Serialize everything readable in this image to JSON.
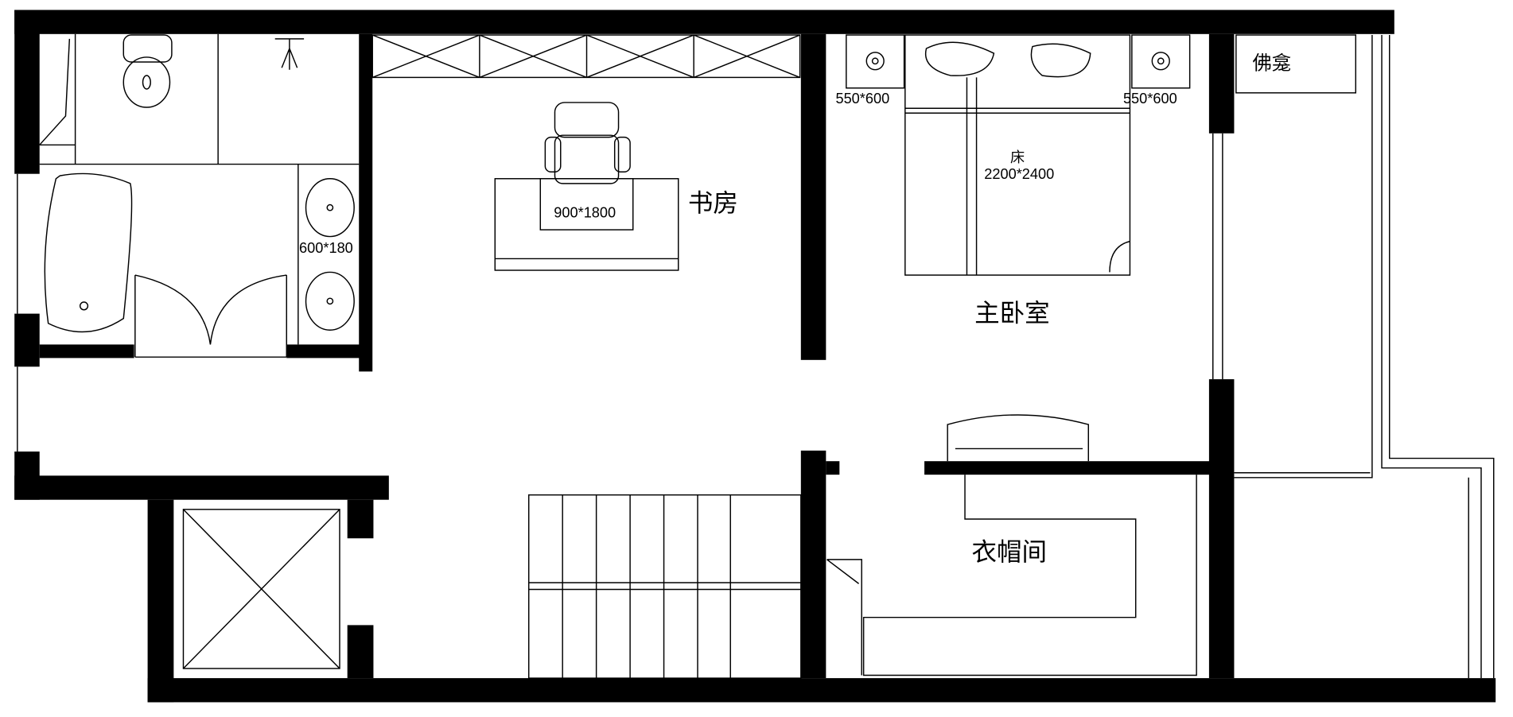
{
  "rooms": {
    "study": "书房",
    "master_bedroom": "主卧室",
    "cloakroom": "衣帽间",
    "shrine": "佛龛",
    "bed": "床"
  },
  "dimensions": {
    "desk": "900*1800",
    "bed": "2200*2400",
    "nightstand_left": "550*600",
    "nightstand_right": "550*600",
    "vanity": "600*180"
  },
  "colors": {
    "wall": "#000000",
    "background": "#ffffff"
  }
}
